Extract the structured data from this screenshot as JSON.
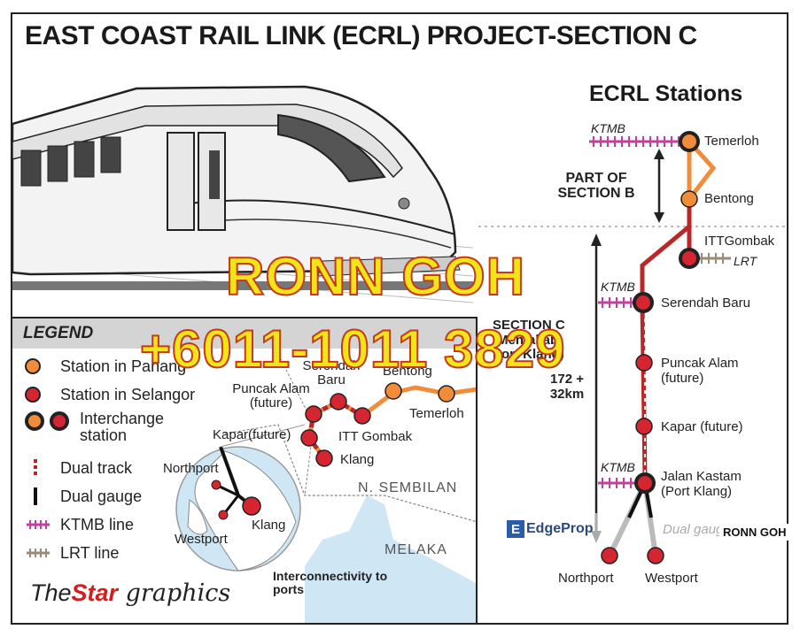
{
  "title": "EAST COAST RAIL LINK (ECRL) PROJECT-SECTION C",
  "legend": {
    "heading": "LEGEND",
    "items": [
      {
        "label": "Station in Pahang",
        "color": "#f08c3a"
      },
      {
        "label": "Station in Selangor",
        "color": "#d42530"
      },
      {
        "label": "Interchange station"
      },
      {
        "label": "Dual track"
      },
      {
        "label": "Dual gauge"
      },
      {
        "label": "KTMB line"
      },
      {
        "label": "LRT line"
      }
    ]
  },
  "map": {
    "stations": [
      "Serendah Baru",
      "Bentong",
      "Puncak Alam (future)",
      "Temerloh",
      "ITT Gombak",
      "Kapar(future)",
      "Klang",
      "Northport",
      "Westport"
    ],
    "region": "N. SEMBILAN",
    "region2": "MELAKA",
    "inset_caption": "Interconnectivity to ports",
    "inset_klang": "Klang"
  },
  "stations_panel": {
    "title": "ECRL Stations",
    "part_of_section_b": "PART OF SECTION B",
    "section_c": "SECTION C (Mentakab- Port Klang)",
    "distance": "172 + 32km",
    "stops": [
      "Temerloh",
      "Bentong",
      "ITTGombak",
      "Serendah Baru",
      "Puncak Alam (future)",
      "Kapar (future)",
      "Jalan Kastam (Port Klang)",
      "Northport",
      "Westport"
    ],
    "ktmb": "KTMB",
    "lrt": "LRT",
    "dual_gauge": "Dual gauge"
  },
  "watermark": {
    "name": "RONN GOH",
    "phone": "+6011-1011 3829",
    "small": "RONN GOH"
  },
  "edgeprop": "EdgeProp",
  "credit": {
    "the": "The",
    "star": "Star",
    "graphics": " graphics"
  },
  "colors": {
    "pahang": "#f08c3a",
    "selangor": "#d42530",
    "ktmb": "#c040a0",
    "lrt": "#9a8a78",
    "sea": "#cfe6f4"
  }
}
